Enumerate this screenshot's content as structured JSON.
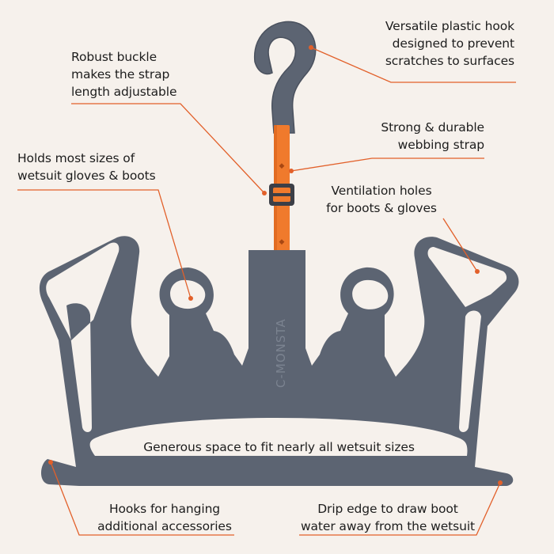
{
  "product": {
    "brand_mark": "C-MONSTA",
    "colors": {
      "background": "#f6f1ec",
      "hanger": "#5c6472",
      "strap": "#f07a2c",
      "accent": "#e2602a",
      "text": "#1d1d1d"
    }
  },
  "callouts": {
    "hook": {
      "line1": "Versatile plastic hook",
      "line2": "designed to prevent",
      "line3": "scratches to surfaces"
    },
    "buckle": {
      "line1": "Robust buckle",
      "line2": "makes the strap",
      "line3": "length adjustable"
    },
    "strap": {
      "line1": "Strong & durable",
      "line2": "webbing strap"
    },
    "gloves": {
      "line1": "Holds most sizes of",
      "line2": "wetsuit gloves & boots"
    },
    "vents": {
      "line1": "Ventilation holes",
      "line2": "for boots & gloves"
    },
    "space": {
      "line1": "Generous space to fit nearly all wetsuit sizes"
    },
    "accessory_hooks": {
      "line1": "Hooks for hanging",
      "line2": "additional accessories"
    },
    "drip": {
      "line1": "Drip edge to draw boot",
      "line2": "water away from the wetsuit"
    }
  }
}
